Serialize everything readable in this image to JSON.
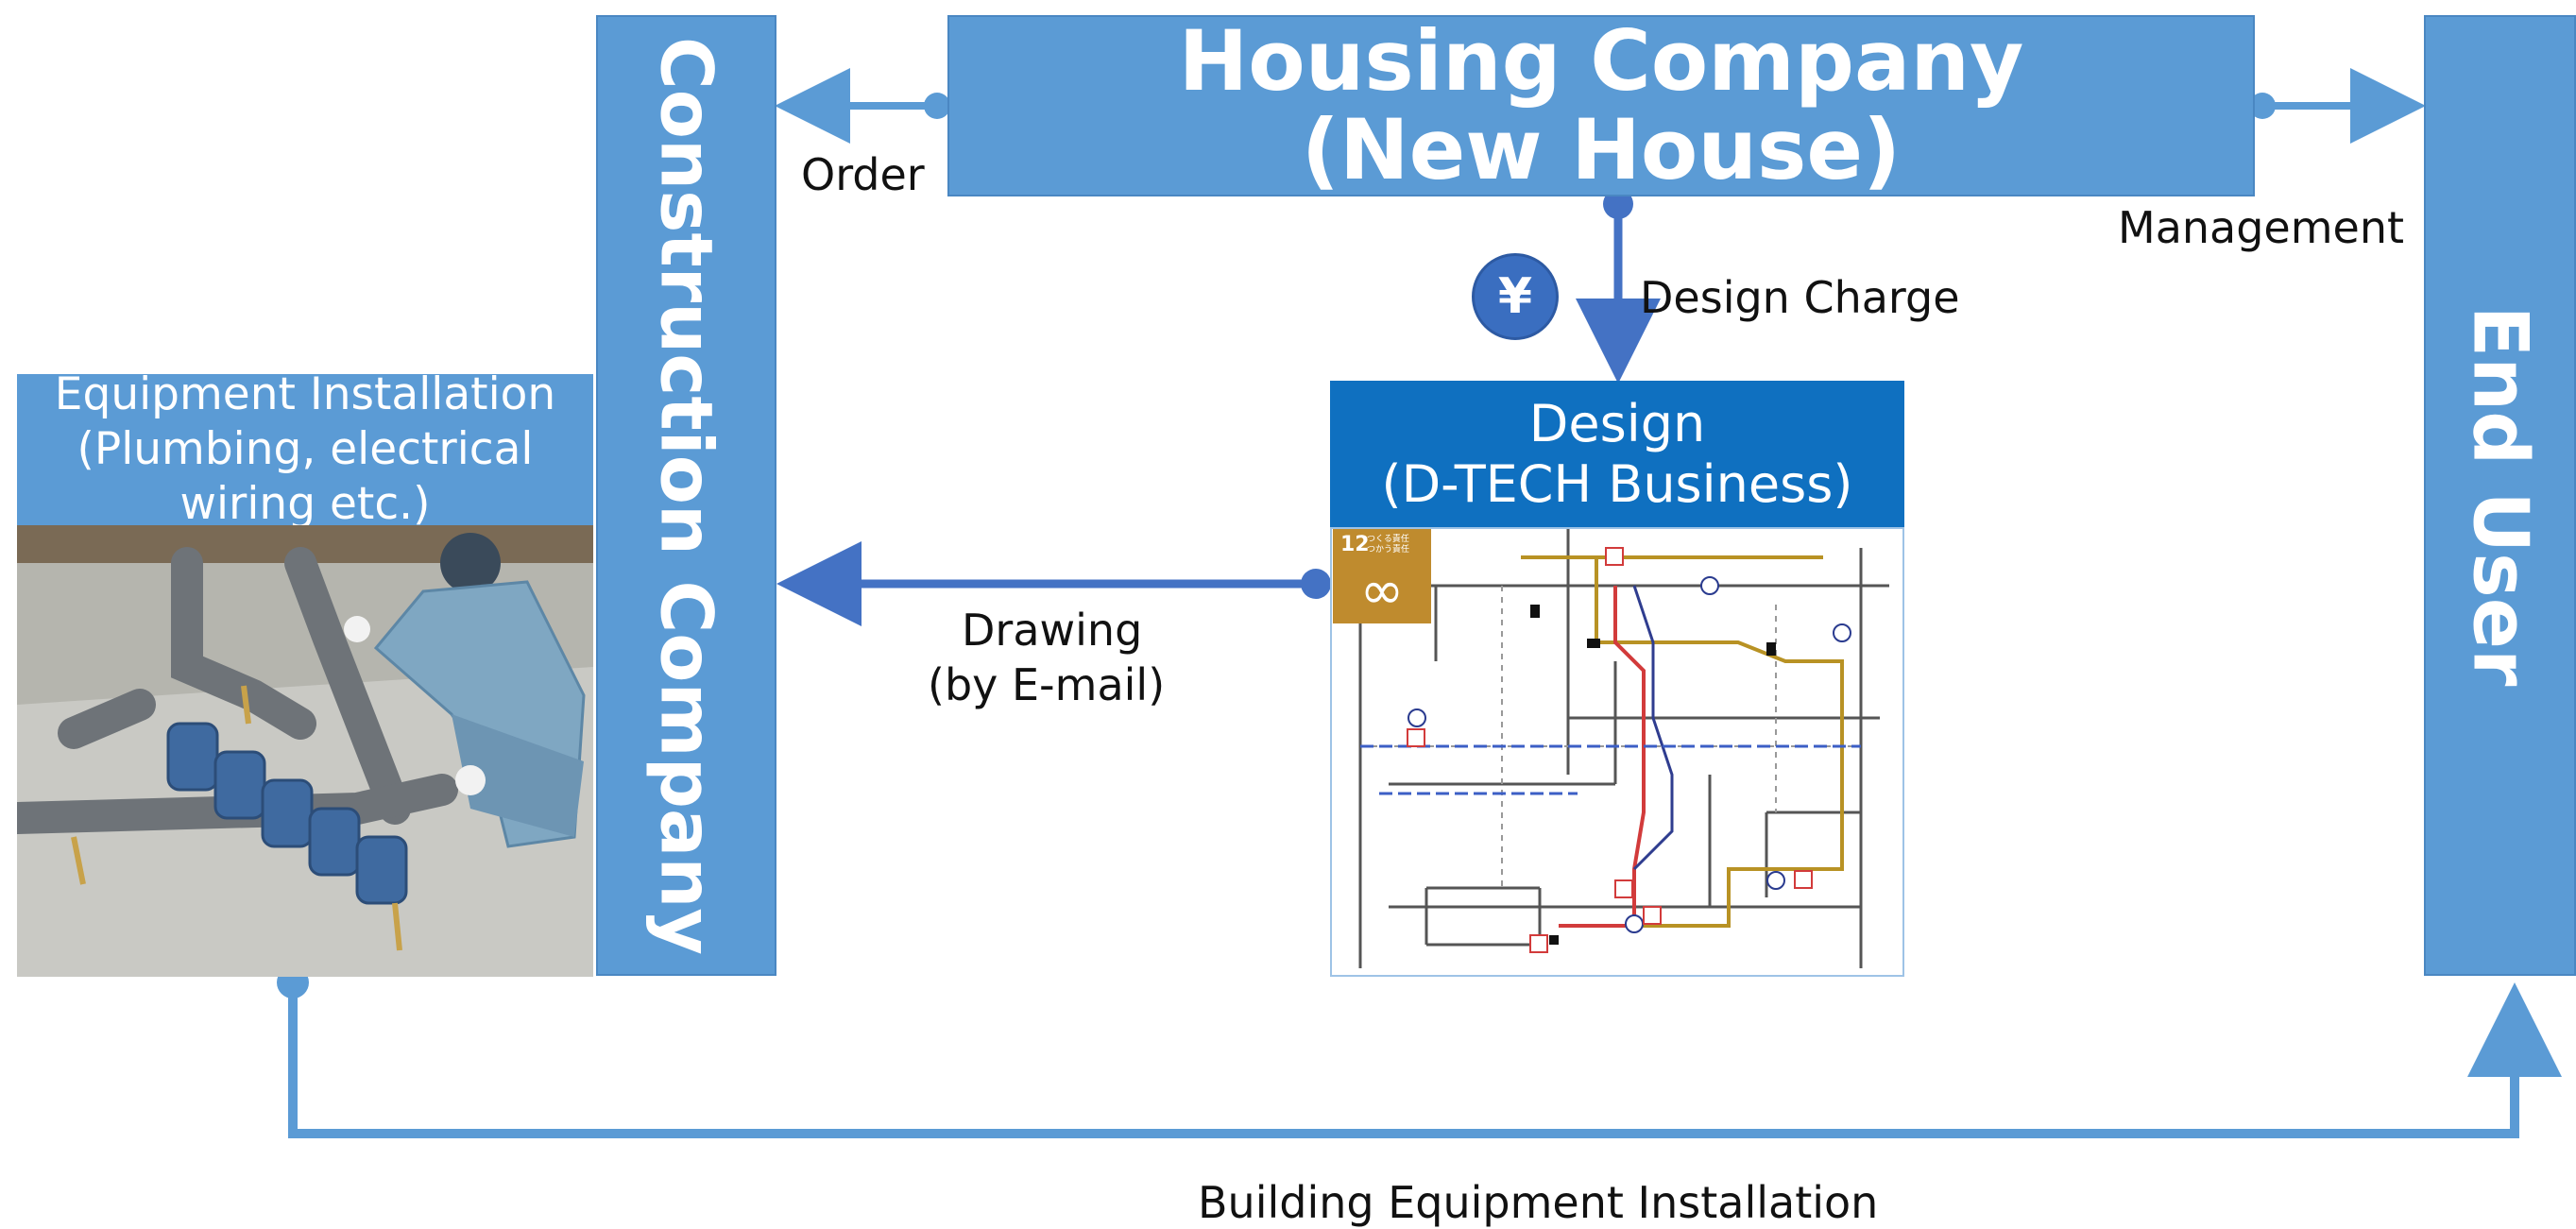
{
  "nodes": {
    "housing_company": {
      "line1": "Housing Company",
      "line2": "(New House)"
    },
    "construction_company": "Construction Company",
    "end_user": "End User",
    "design": {
      "line1": "Design",
      "line2": "(D-TECH Business)"
    },
    "equipment": {
      "line1": "Equipment Installation",
      "line2": "(Plumbing, electrical",
      "line3": "wiring etc.)"
    }
  },
  "edges": {
    "order": "Order",
    "management": "Management",
    "design_charge": "Design Charge",
    "drawing_line1": "Drawing",
    "drawing_line2": "(by E-mail)",
    "building_equipment": "Building Equipment Installation"
  },
  "icons": {
    "yen": "¥",
    "sdg_number": "12",
    "sdg_text_1": "つくる責任",
    "sdg_text_2": "つかう責任",
    "sdg_symbol": "∞"
  },
  "colors": {
    "box_blue": "#5b9bd5",
    "design_blue": "#0f70c0",
    "arrow_blue": "#4472c4",
    "connector_blue": "#5b9bd5",
    "sdg_gold": "#bf8b2e"
  }
}
